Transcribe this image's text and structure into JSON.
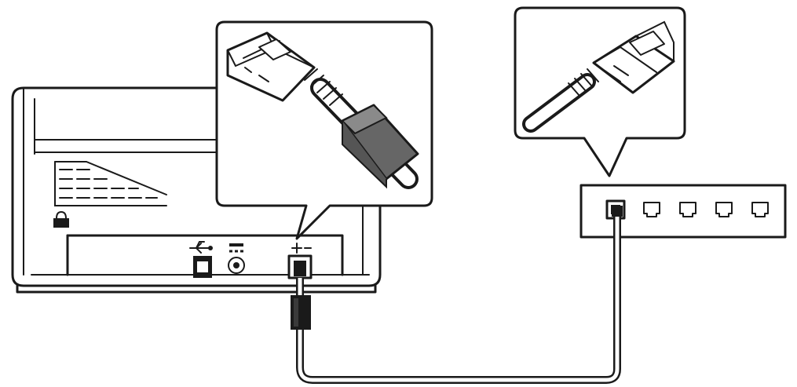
{
  "diagram": {
    "description_visible_text": "",
    "components": {
      "scanner": {
        "name": "scanner-rear-panel"
      },
      "lan_port": {
        "name": "scanner-lan-port"
      },
      "usb_port": {
        "name": "scanner-usb-port"
      },
      "power_port": {
        "name": "scanner-power-port"
      },
      "lock": {
        "name": "kensington-lock-icon"
      },
      "cable": {
        "name": "ethernet-cable"
      },
      "ferrite": {
        "name": "ferrite-core"
      },
      "switch": {
        "name": "network-switch",
        "port_count": 5
      },
      "callout_left": {
        "name": "callout-cable-ferrite-closeup"
      },
      "callout_right": {
        "name": "callout-cable-plug-closeup"
      }
    },
    "colors": {
      "stroke": "#1a1a1a",
      "ferrite_fill": "#666666",
      "ferrite_top": "#8a8a8a",
      "background": "#ffffff"
    }
  }
}
